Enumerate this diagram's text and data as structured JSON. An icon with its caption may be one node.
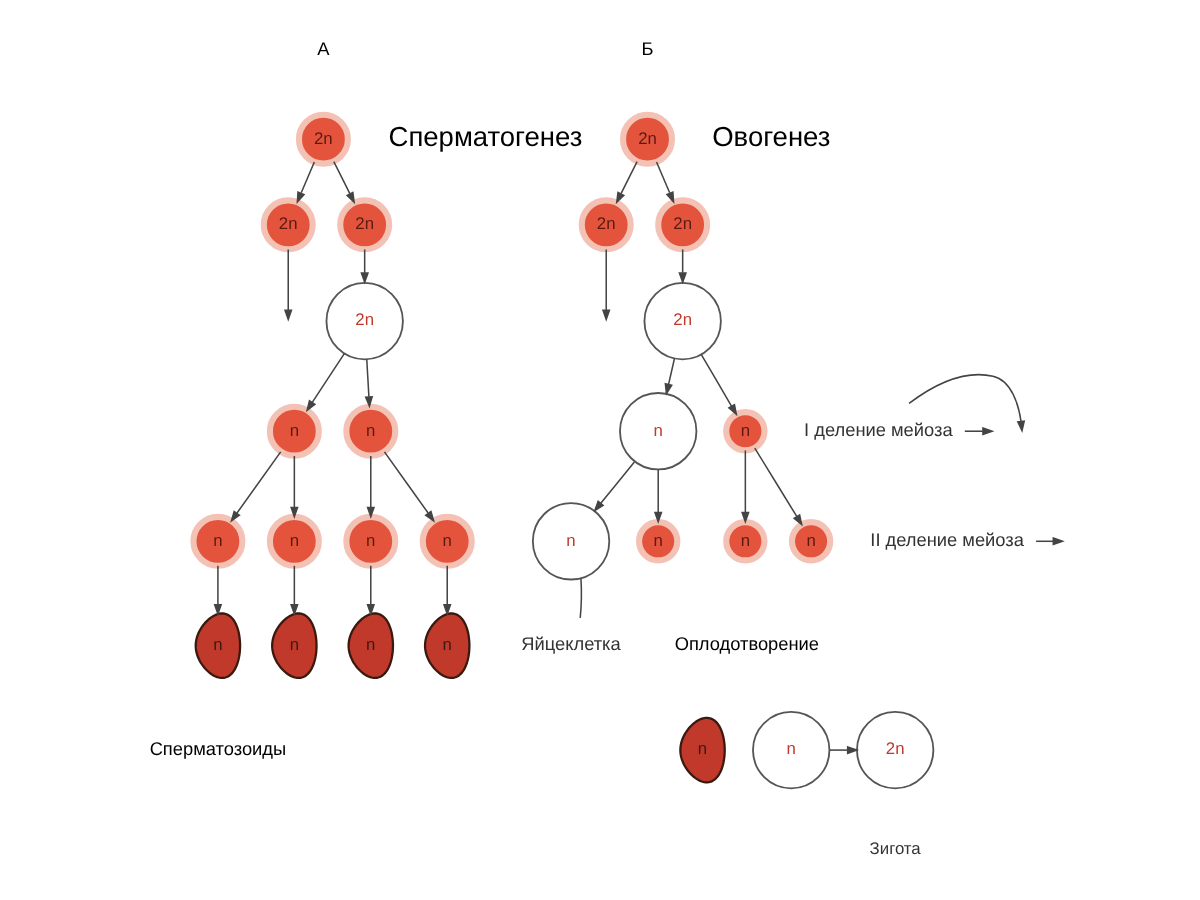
{
  "diagram": {
    "nodes": [
      {
        "text": [
          "2n"
        ]
      },
      {
        "text": [
          "2n"
        ]
      },
      {
        "text": [
          "2n"
        ]
      },
      {
        "text": [
          "2n"
        ]
      },
      {
        "text": [
          "n"
        ]
      },
      {
        "text": [
          "n"
        ]
      },
      {
        "text": [
          "n"
        ]
      },
      {
        "text": [
          "n"
        ]
      },
      {
        "text": [
          "n"
        ]
      },
      {
        "text": [
          "n"
        ]
      },
      {
        "text": [
          "n"
        ]
      },
      {
        "text": [
          "n"
        ]
      },
      {
        "text": [
          "n"
        ]
      },
      {
        "text": [
          "n"
        ]
      },
      {
        "text": [
          "2n"
        ]
      },
      {
        "text": [
          "2n"
        ]
      },
      {
        "text": [
          "2n"
        ]
      },
      {
        "text": [
          "2n"
        ]
      },
      {
        "text": [
          "n"
        ]
      },
      {
        "text": [
          "n"
        ]
      },
      {
        "text": [
          "n"
        ]
      },
      {
        "text": [
          "n"
        ]
      },
      {
        "text": [
          "n"
        ]
      },
      {
        "text": [
          "n"
        ]
      },
      {
        "text": [
          "n"
        ]
      },
      {
        "text": [
          "n"
        ]
      },
      {
        "text": [
          "2n"
        ],
        "beside": [
          "Зигота"
        ]
      },
      {
        "text": [
          "I деление мейоза"
        ]
      },
      {
        "text": [
          "II деление мейоза"
        ]
      },
      {
        "text": [
          "Яйцеклетка"
        ]
      }
    ],
    "edges": [
      {
        "from": 0,
        "to": 1,
        "arrow": "to"
      },
      {
        "from": 0,
        "to": 2,
        "arrow": "to"
      },
      {
        "from": 1,
        "to": null,
        "arrow": "to"
      },
      {
        "from": 2,
        "to": 3,
        "arrow": "to"
      },
      {
        "from": 3,
        "to": 4,
        "arrow": "to"
      },
      {
        "from": 3,
        "to": 5,
        "arrow": "to"
      },
      {
        "from": 4,
        "to": 6,
        "arrow": "to"
      },
      {
        "from": 4,
        "to": 7,
        "arrow": "to"
      },
      {
        "from": 5,
        "to": 8,
        "arrow": "to"
      },
      {
        "from": 5,
        "to": 9,
        "arrow": "to"
      },
      {
        "from": 6,
        "to": 10,
        "arrow": "to"
      },
      {
        "from": 7,
        "to": 11,
        "arrow": "to"
      },
      {
        "from": 8,
        "to": 12,
        "arrow": "to"
      },
      {
        "from": 9,
        "to": 13,
        "arrow": "to"
      },
      {
        "from": 14,
        "to": 15,
        "arrow": "to"
      },
      {
        "from": 14,
        "to": 16,
        "arrow": "to"
      },
      {
        "from": 15,
        "to": null,
        "arrow": "to"
      },
      {
        "from": 16,
        "to": 17,
        "arrow": "to"
      },
      {
        "from": 17,
        "to": 18,
        "arrow": "to"
      },
      {
        "from": 17,
        "to": 19,
        "arrow": "to"
      },
      {
        "from": 18,
        "to": 20,
        "arrow": "to"
      },
      {
        "from": 18,
        "to": 21,
        "arrow": "to"
      },
      {
        "from": 19,
        "to": 22,
        "arrow": "to"
      },
      {
        "from": 19,
        "to": 23,
        "arrow": "to"
      },
      {
        "from": 25,
        "to": 26,
        "arrow": "to"
      },
      {
        "from": 27,
        "to": null,
        "arrow": "to"
      },
      {
        "from": 27,
        "to": null,
        "arrow": "to"
      },
      {
        "from": 28,
        "to": null,
        "arrow": "to"
      },
      {
        "from": 29,
        "to": 20,
        "arrow": "none"
      }
    ],
    "labels": [
      "А",
      "Сперматогенез",
      "Б",
      "Овогенез",
      "Сперматозоиды",
      "Оплодотворение"
    ]
  }
}
